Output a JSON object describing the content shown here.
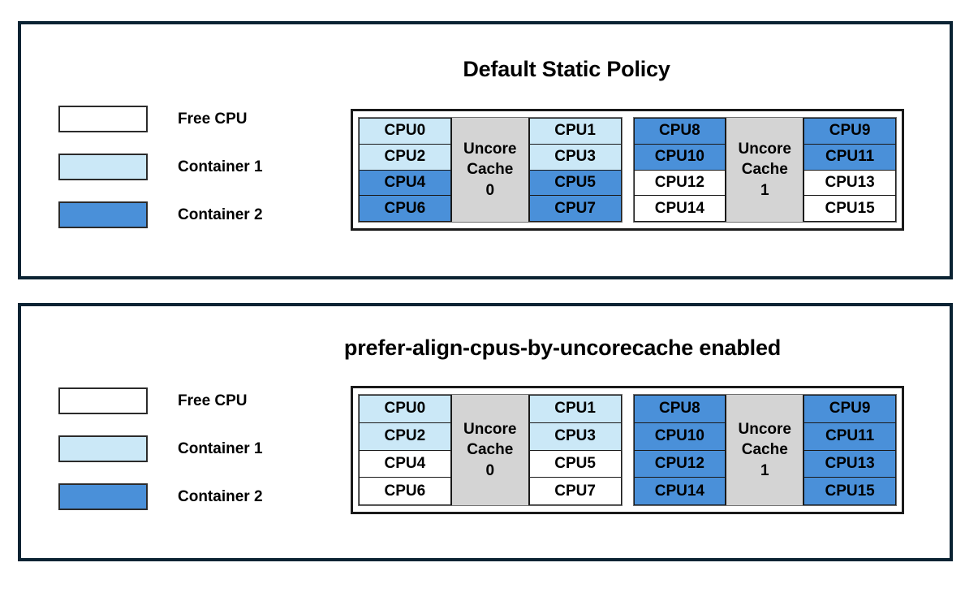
{
  "colors": {
    "free_cpu": "#ffffff",
    "container_1": "#cbe8f7",
    "container_2": "#4a90d9",
    "uncore_cache": "#d4d4d4",
    "panel_border": "#0b2333",
    "cell_border": "#1a1a1a"
  },
  "legend_common": [
    {
      "label": "Free CPU",
      "fill": "free"
    },
    {
      "label": "Container 1",
      "fill": "c1"
    },
    {
      "label": "Container 2",
      "fill": "c2"
    }
  ],
  "panels": [
    {
      "id": "top",
      "title": "Default Static Policy",
      "legend": [
        {
          "label": "Free CPU",
          "fill": "free"
        },
        {
          "label": "Container 1",
          "fill": "c1"
        },
        {
          "label": "Container 2",
          "fill": "c2"
        }
      ],
      "cache_groups": [
        {
          "cache_label_lines": [
            "Uncore",
            "Cache",
            "0"
          ],
          "left_column": [
            {
              "label": "CPU0",
              "fill": "c1"
            },
            {
              "label": "CPU2",
              "fill": "c1"
            },
            {
              "label": "CPU4",
              "fill": "c2"
            },
            {
              "label": "CPU6",
              "fill": "c2"
            }
          ],
          "right_column": [
            {
              "label": "CPU1",
              "fill": "c1"
            },
            {
              "label": "CPU3",
              "fill": "c1"
            },
            {
              "label": "CPU5",
              "fill": "c2"
            },
            {
              "label": "CPU7",
              "fill": "c2"
            }
          ]
        },
        {
          "cache_label_lines": [
            "Uncore",
            "Cache",
            "1"
          ],
          "left_column": [
            {
              "label": "CPU8",
              "fill": "c2"
            },
            {
              "label": "CPU10",
              "fill": "c2"
            },
            {
              "label": "CPU12",
              "fill": "free"
            },
            {
              "label": "CPU14",
              "fill": "free"
            }
          ],
          "right_column": [
            {
              "label": "CPU9",
              "fill": "c2"
            },
            {
              "label": "CPU11",
              "fill": "c2"
            },
            {
              "label": "CPU13",
              "fill": "free"
            },
            {
              "label": "CPU15",
              "fill": "free"
            }
          ]
        }
      ]
    },
    {
      "id": "bottom",
      "title": "prefer-align-cpus-by-uncorecache enabled",
      "legend": [
        {
          "label": "Free CPU",
          "fill": "free"
        },
        {
          "label": "Container 1",
          "fill": "c1"
        },
        {
          "label": "Container 2",
          "fill": "c2"
        }
      ],
      "cache_groups": [
        {
          "cache_label_lines": [
            "Uncore",
            "Cache",
            "0"
          ],
          "left_column": [
            {
              "label": "CPU0",
              "fill": "c1"
            },
            {
              "label": "CPU2",
              "fill": "c1"
            },
            {
              "label": "CPU4",
              "fill": "free"
            },
            {
              "label": "CPU6",
              "fill": "free"
            }
          ],
          "right_column": [
            {
              "label": "CPU1",
              "fill": "c1"
            },
            {
              "label": "CPU3",
              "fill": "c1"
            },
            {
              "label": "CPU5",
              "fill": "free"
            },
            {
              "label": "CPU7",
              "fill": "free"
            }
          ]
        },
        {
          "cache_label_lines": [
            "Uncore",
            "Cache",
            "1"
          ],
          "left_column": [
            {
              "label": "CPU8",
              "fill": "c2"
            },
            {
              "label": "CPU10",
              "fill": "c2"
            },
            {
              "label": "CPU12",
              "fill": "c2"
            },
            {
              "label": "CPU14",
              "fill": "c2"
            }
          ],
          "right_column": [
            {
              "label": "CPU9",
              "fill": "c2"
            },
            {
              "label": "CPU11",
              "fill": "c2"
            },
            {
              "label": "CPU13",
              "fill": "c2"
            },
            {
              "label": "CPU15",
              "fill": "c2"
            }
          ]
        }
      ]
    }
  ]
}
